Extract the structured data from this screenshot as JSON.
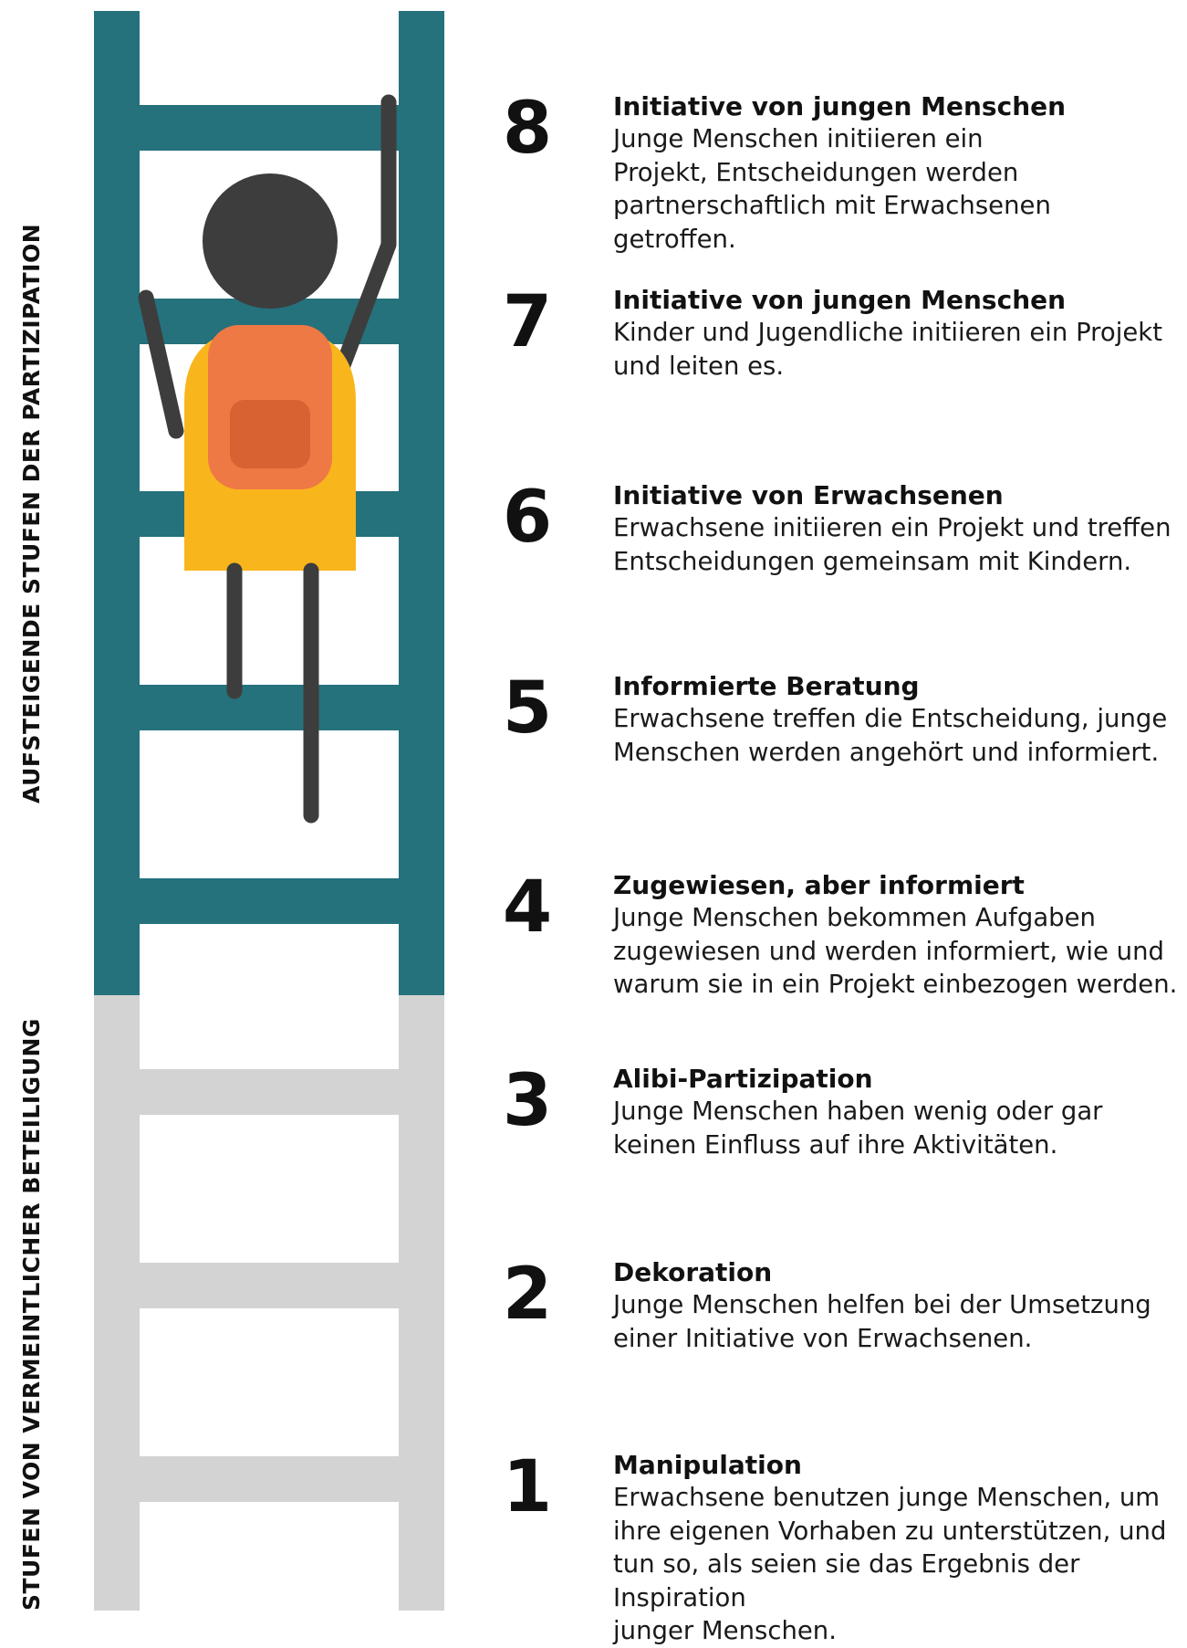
{
  "labels": {
    "upper": "AUFSTEIGENDE STUFEN DER PARTIZIPATION",
    "lower": "STUFEN VON VERMEINTLICHER BETEILIGUNG"
  },
  "colors": {
    "ladder_teal": "#25717c",
    "ladder_gray": "#d3d3d3",
    "head": "#3d3d3d",
    "body_yellow": "#f9b51c",
    "backpack_orange": "#ee7944",
    "pocket": "#d96233"
  },
  "steps": [
    {
      "number": "8",
      "title": "Initiative von jungen Menschen",
      "lines": [
        "Junge Menschen initiieren ein",
        "Projekt, Entscheidungen werden",
        "partnerschaftlich mit Erwachsenen getroffen."
      ]
    },
    {
      "number": "7",
      "title": "Initiative von jungen Menschen",
      "lines": [
        "Kinder und Jugendliche initiieren ein Projekt",
        "und leiten es."
      ]
    },
    {
      "number": "6",
      "title": "Initiative von Erwachsenen",
      "lines": [
        "Erwachsene initiieren ein Projekt und treffen",
        "Entscheidungen gemeinsam mit Kindern."
      ]
    },
    {
      "number": "5",
      "title": "Informierte Beratung",
      "lines": [
        "Erwachsene treffen die Entscheidung, junge",
        "Menschen werden angehört und informiert."
      ]
    },
    {
      "number": "4",
      "title": "Zugewiesen, aber informiert",
      "lines": [
        "Junge Menschen bekommen Aufgaben",
        "zugewiesen und werden informiert, wie und",
        "warum sie in ein Projekt einbezogen werden."
      ]
    },
    {
      "number": "3",
      "title": "Alibi-Partizipation",
      "lines": [
        "Junge Menschen haben wenig oder gar",
        "keinen Einfluss auf ihre Aktivitäten."
      ]
    },
    {
      "number": "2",
      "title": "Dekoration",
      "lines": [
        "Junge Menschen helfen bei der Umsetzung",
        "einer Initiative von Erwachsenen."
      ]
    },
    {
      "number": "1",
      "title": "Manipulation",
      "lines": [
        "Erwachsene benutzen junge Menschen, um",
        "ihre eigenen Vorhaben zu unterstützen, und",
        "tun so, als seien sie das Ergebnis der Inspiration",
        "junger Menschen."
      ]
    }
  ]
}
